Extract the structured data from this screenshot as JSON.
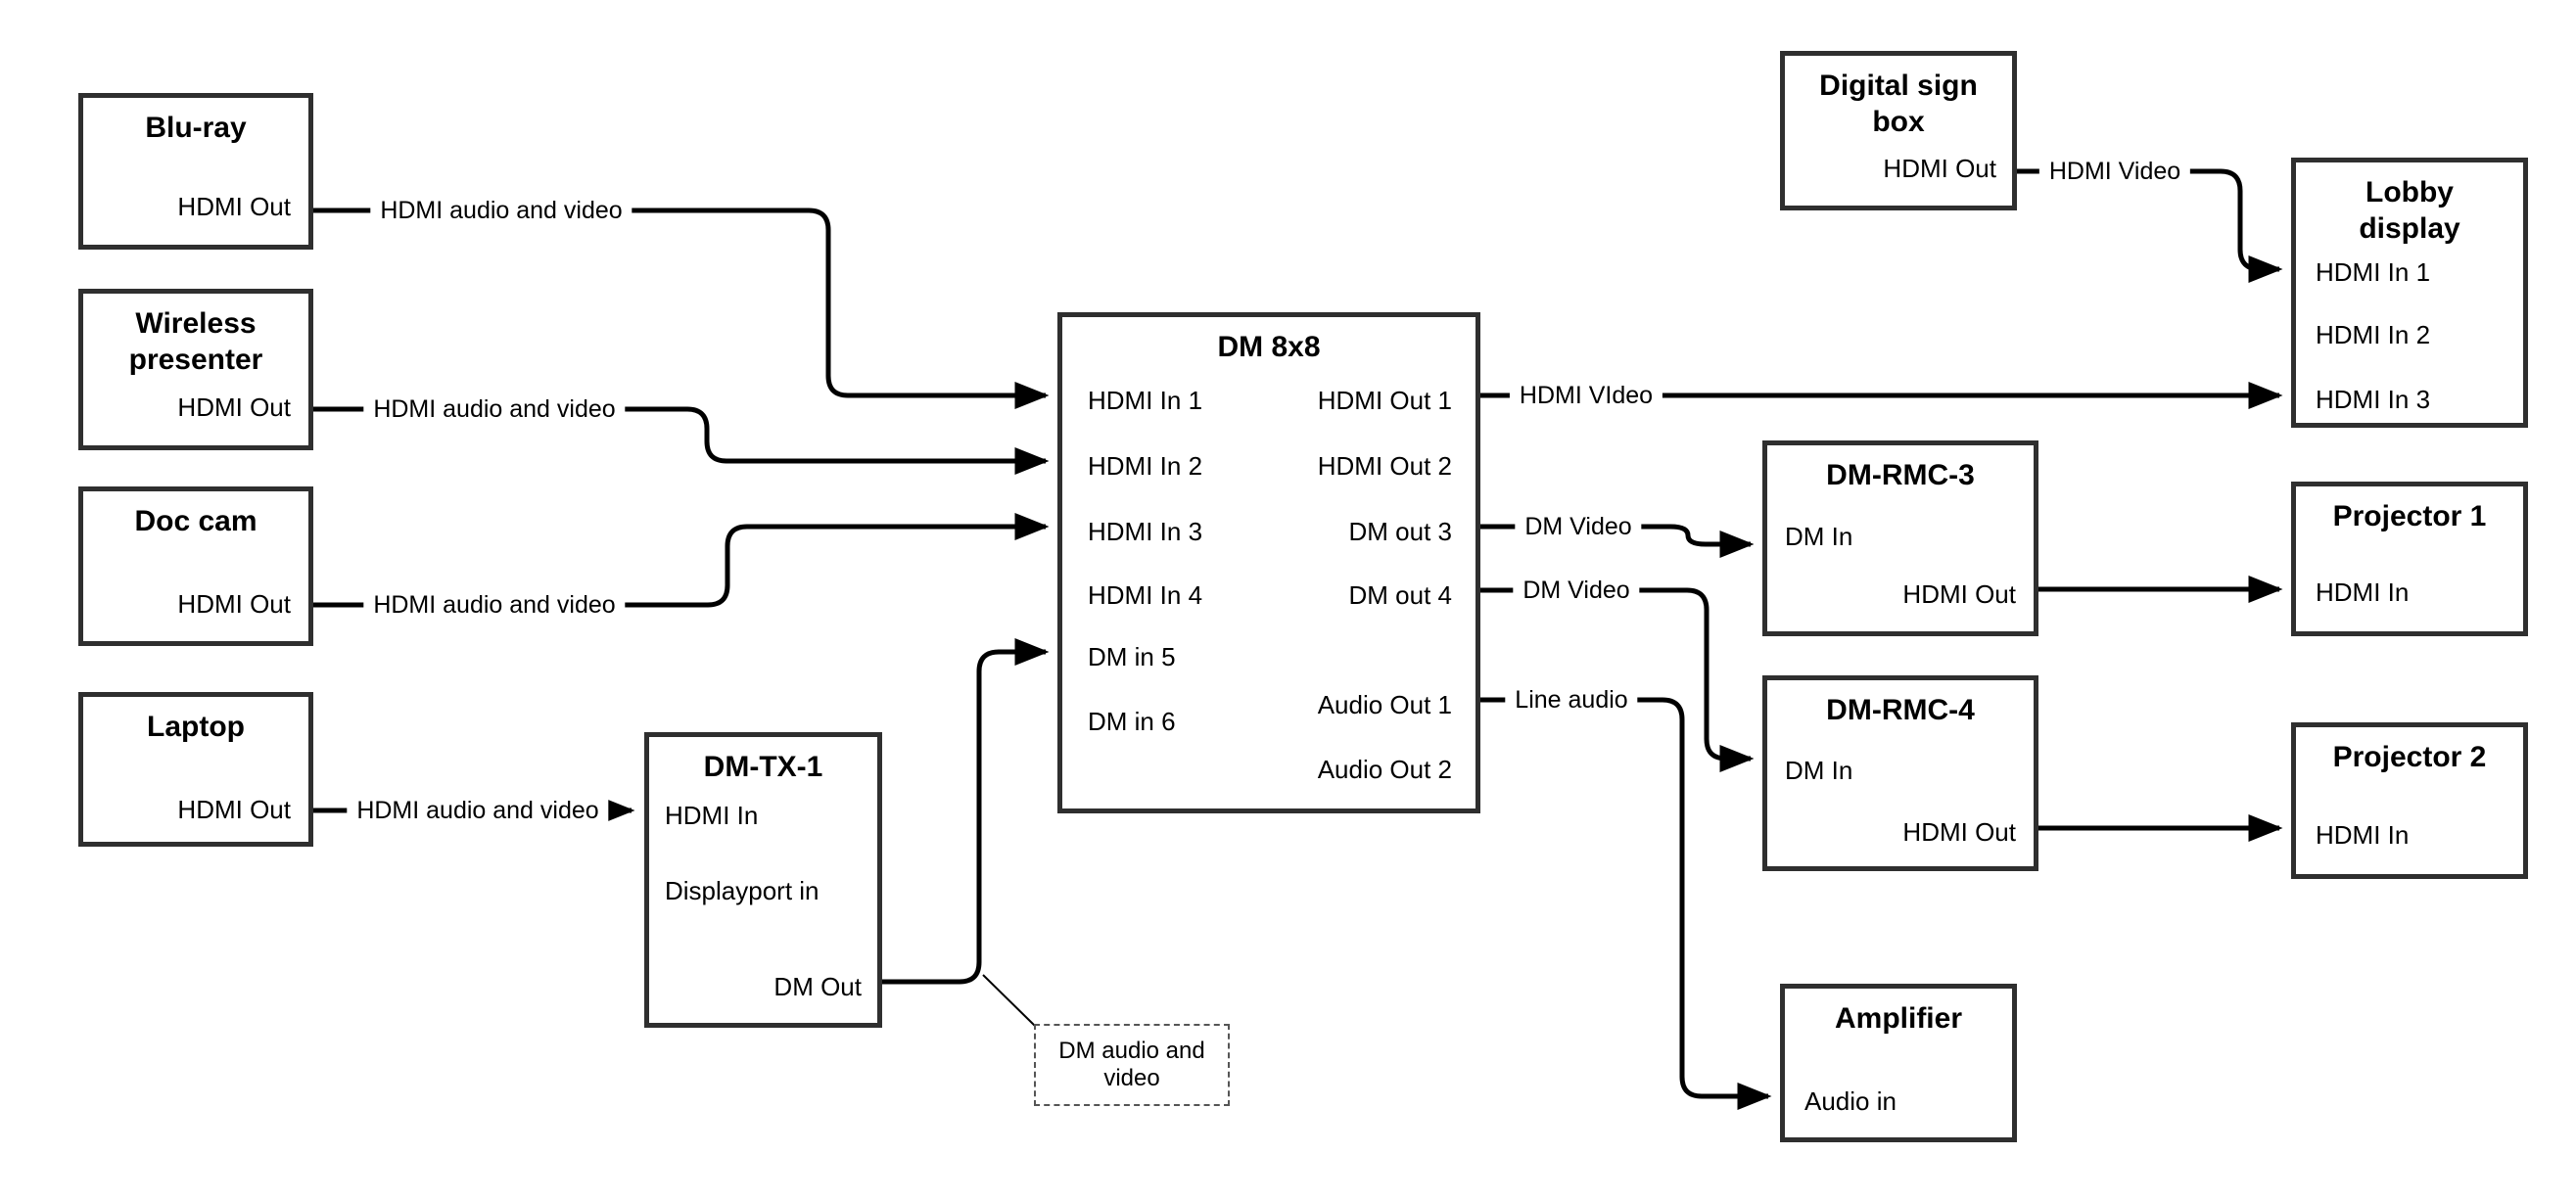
{
  "diagram": {
    "background_color": "#ffffff",
    "wire_color": "#000000",
    "box_border_color": "#2f2f2f"
  },
  "nodes": {
    "bluray": {
      "title": "Blu-ray",
      "ports": {
        "out": "HDMI Out"
      }
    },
    "wireless": {
      "title": "Wireless presenter",
      "ports": {
        "out": "HDMI Out"
      }
    },
    "doccam": {
      "title": "Doc cam",
      "ports": {
        "out": "HDMI Out"
      }
    },
    "laptop": {
      "title": "Laptop",
      "ports": {
        "out": "HDMI Out"
      }
    },
    "dmtx1": {
      "title": "DM-TX-1",
      "ports": {
        "hdmi_in": "HDMI In",
        "dp_in": "Displayport in",
        "dm_out": "DM Out"
      }
    },
    "dm8x8": {
      "title": "DM 8x8",
      "ports": {
        "in1": "HDMI In 1",
        "in2": "HDMI In 2",
        "in3": "HDMI In 3",
        "in4": "HDMI In 4",
        "in5": "DM in 5",
        "in6": "DM in 6",
        "out1": "HDMI Out 1",
        "out2": "HDMI Out 2",
        "out3": "DM out 3",
        "out4": "DM out 4",
        "aout1": "Audio Out 1",
        "aout2": "Audio Out 2"
      }
    },
    "signbox": {
      "title": "Digital sign box",
      "ports": {
        "out": "HDMI Out"
      }
    },
    "lobby": {
      "title": "Lobby display",
      "ports": {
        "in1": "HDMI In 1",
        "in2": "HDMI In 2",
        "in3": "HDMI In 3"
      }
    },
    "rmc3": {
      "title": "DM-RMC-3",
      "ports": {
        "dm_in": "DM In",
        "hdmi_out": "HDMI Out"
      }
    },
    "rmc4": {
      "title": "DM-RMC-4",
      "ports": {
        "dm_in": "DM In",
        "hdmi_out": "HDMI Out"
      }
    },
    "proj1": {
      "title": "Projector 1",
      "ports": {
        "in": "HDMI In"
      }
    },
    "proj2": {
      "title": "Projector 2",
      "ports": {
        "in": "HDMI In"
      }
    },
    "amp": {
      "title": "Amplifier",
      "ports": {
        "in": "Audio in"
      }
    }
  },
  "wires": {
    "bluray_dm8x8": {
      "label": "HDMI audio and video",
      "from": "Blu-ray HDMI Out",
      "to": "DM 8x8 HDMI In 1"
    },
    "wireless_dm8x8": {
      "label": "HDMI audio and video",
      "from": "Wireless presenter HDMI Out",
      "to": "DM 8x8 HDMI In 2"
    },
    "doccam_dm8x8": {
      "label": "HDMI audio and video",
      "from": "Doc cam HDMI Out",
      "to": "DM 8x8 HDMI In 3"
    },
    "laptop_dmtx1": {
      "label": "HDMI audio and video",
      "from": "Laptop HDMI Out",
      "to": "DM-TX-1 HDMI In"
    },
    "dmtx1_dm8x8": {
      "label": "",
      "from": "DM-TX-1 DM Out",
      "to": "DM 8x8 DM in 5"
    },
    "out1_lobby": {
      "label": "HDMI VIdeo",
      "from": "DM 8x8 HDMI Out 1",
      "to": "Lobby display HDMI In 3"
    },
    "signbox_lobby": {
      "label": "HDMI Video",
      "from": "Digital sign box HDMI Out",
      "to": "Lobby display HDMI In 1"
    },
    "out3_rmc3": {
      "label": "DM Video",
      "from": "DM 8x8 DM out 3",
      "to": "DM-RMC-3 DM In"
    },
    "out4_rmc4": {
      "label": "DM Video",
      "from": "DM 8x8 DM out 4",
      "to": "DM-RMC-4 DM In"
    },
    "aout1_amp": {
      "label": "Line audio",
      "from": "DM 8x8 Audio Out 1",
      "to": "Amplifier Audio in"
    },
    "rmc3_proj1": {
      "label": "",
      "from": "DM-RMC-3 HDMI Out",
      "to": "Projector 1 HDMI In"
    },
    "rmc4_proj2": {
      "label": "",
      "from": "DM-RMC-4 HDMI Out",
      "to": "Projector 2 HDMI In"
    }
  },
  "note": {
    "text": "DM audio and video"
  }
}
